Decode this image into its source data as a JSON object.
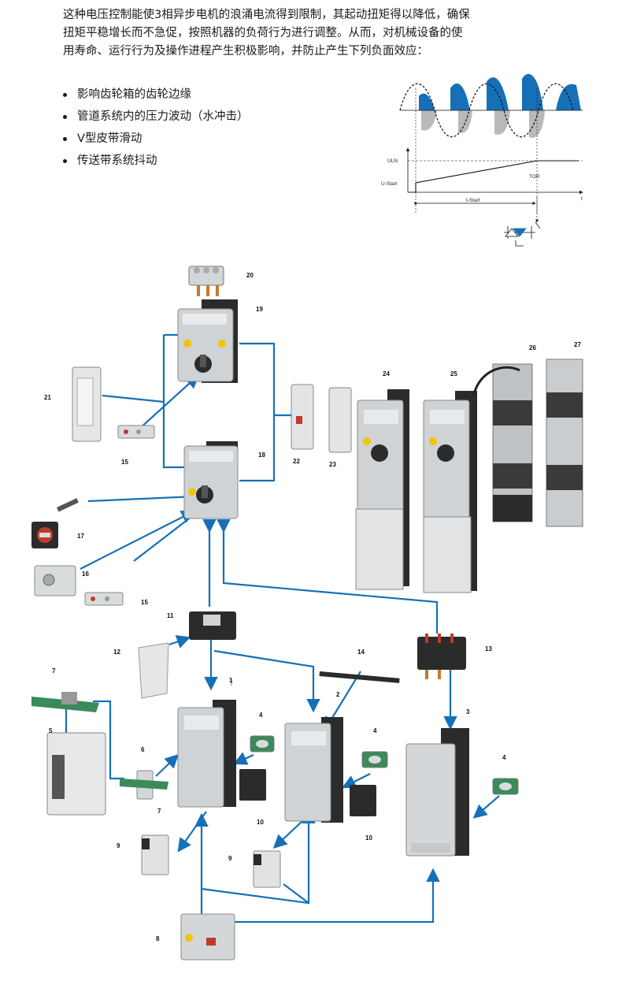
{
  "intro_text": "这种电压控制能使3相异步电机的浪涌电流得到限制，其起动扭矩得以降低，确保扭矩平稳增长而不急促，按照机器的负荷行为进行调整。从而，对机械设备的使用寿命、运行行为及操作进程产生积极影响，并防止产生下列负面效应：",
  "effects": [
    "影响齿轮箱的齿轮边缘",
    "管道系统内的压力波动（水冲击）",
    "V型皮带滑动",
    "传送带系统抖动"
  ],
  "diagram": {
    "u_ln": "ULN",
    "u_start": "U-Start",
    "tor": "TOR",
    "t_start": "t-Start",
    "t_axis": "t"
  },
  "callouts": [
    "1",
    "2",
    "3",
    "4",
    "4",
    "4",
    "5",
    "6",
    "7",
    "7",
    "8",
    "9",
    "9",
    "10",
    "10",
    "11",
    "12",
    "13",
    "14",
    "15",
    "15",
    "16",
    "17",
    "18",
    "19",
    "20",
    "21",
    "22",
    "23",
    "24",
    "25",
    "26",
    "27"
  ],
  "colors": {
    "link": "#1670b8",
    "wave_fill": "#1670b8",
    "device": "#cfd3d6",
    "device_dark": "#2b2b2b"
  }
}
